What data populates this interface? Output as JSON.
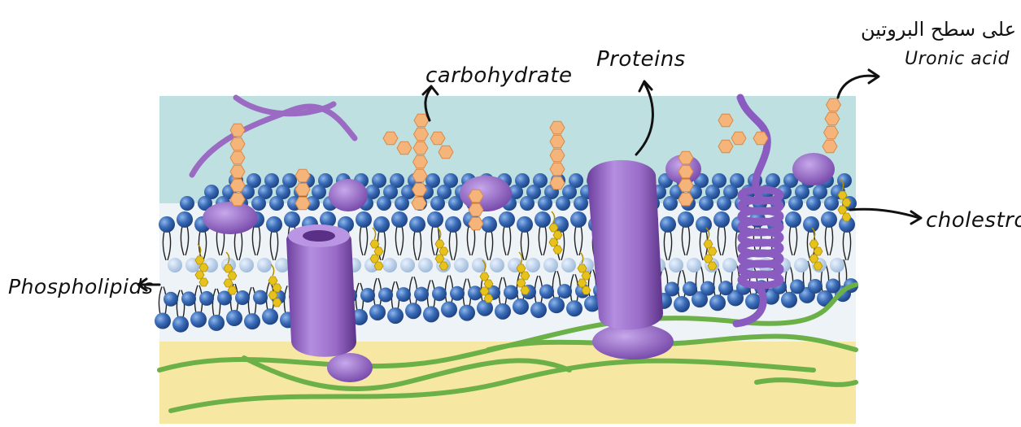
{
  "labels": {
    "carbohydrate": "carbohydrate",
    "proteins": "Proteins",
    "arabic_note": "على سطح البروتين",
    "uronic_acid": "Uronic acid",
    "cholesterol": "cholestrol",
    "phospholipids": "Phospholipids"
  },
  "colors": {
    "extracellular": "#bfe0e0",
    "cytoplasm": "#f6e7a3",
    "phospholipid_head": "#2f5fa8",
    "phospholipid_tail": "#222222",
    "cholesterol": "#e7c21c",
    "protein": "#9b6bc4",
    "carbohydrate": "#f4b47a",
    "cytoskeleton": "#6cb048",
    "arrow": "#111111"
  },
  "icons": [
    "arrow-icon"
  ]
}
